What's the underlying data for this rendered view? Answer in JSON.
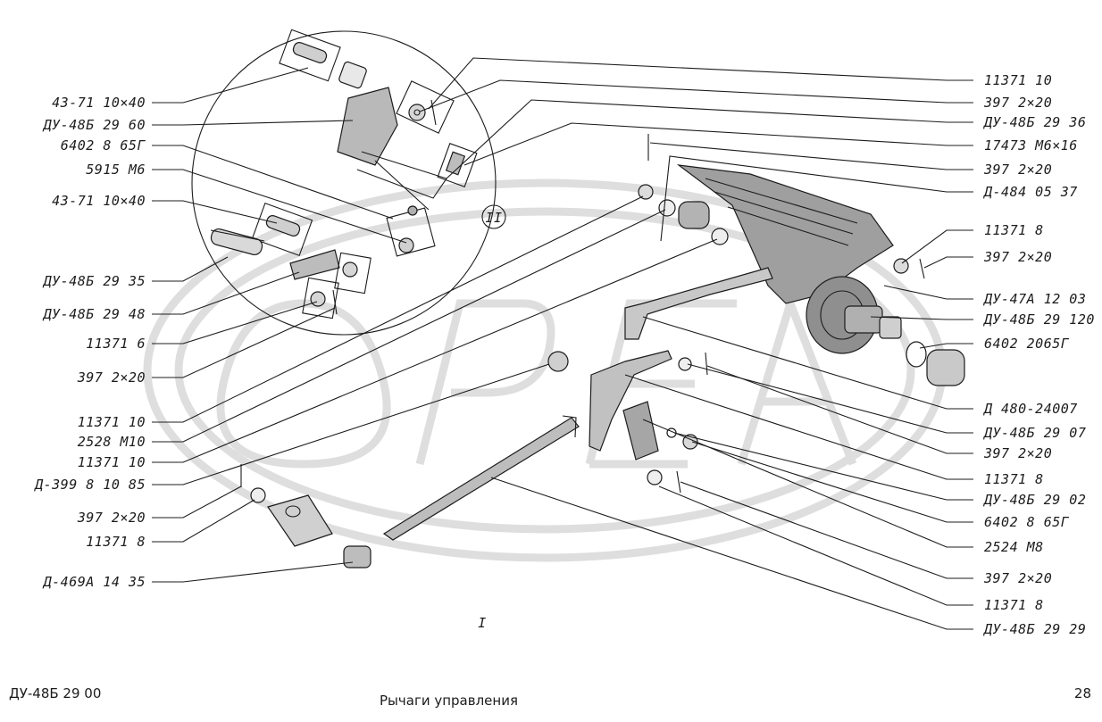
{
  "sheet": {
    "doc_number": "ДУ-48Б 29 00",
    "title": "Рычаги управления",
    "page_number": "28",
    "view_label": "I",
    "detail_label": "II"
  },
  "callouts_left": [
    "43-71 10×40",
    "ДУ-48Б 29 60",
    "6402 8 65Г",
    "5915 М6",
    "43-71 10×40",
    "ДУ-48Б 29 35",
    "ДУ-48Б 29 48",
    "11371 6",
    "397 2×20",
    "11371 10",
    "2528 М10",
    "11371 10",
    "Д-399 8 10 85",
    "397 2×20",
    "11371 8",
    "Д-469А 14 35"
  ],
  "callouts_right": [
    "11371 10",
    "397 2×20",
    "ДУ-48Б 29 36",
    "17473 М6×16",
    "397 2×20",
    "Д-484 05 37",
    "11371 8",
    "397 2×20",
    "ДУ-47А 12 03",
    "ДУ-48Б 29 120",
    "6402 2065Г",
    "Д 480-24007",
    "ДУ-48Б 29 07",
    "397 2×20",
    "11371 8",
    "ДУ-48Б 29 02",
    "6402 8 65Г",
    "2524 М8",
    "397 2×20",
    "11371 8",
    "ДУ-48Б 29 29"
  ]
}
